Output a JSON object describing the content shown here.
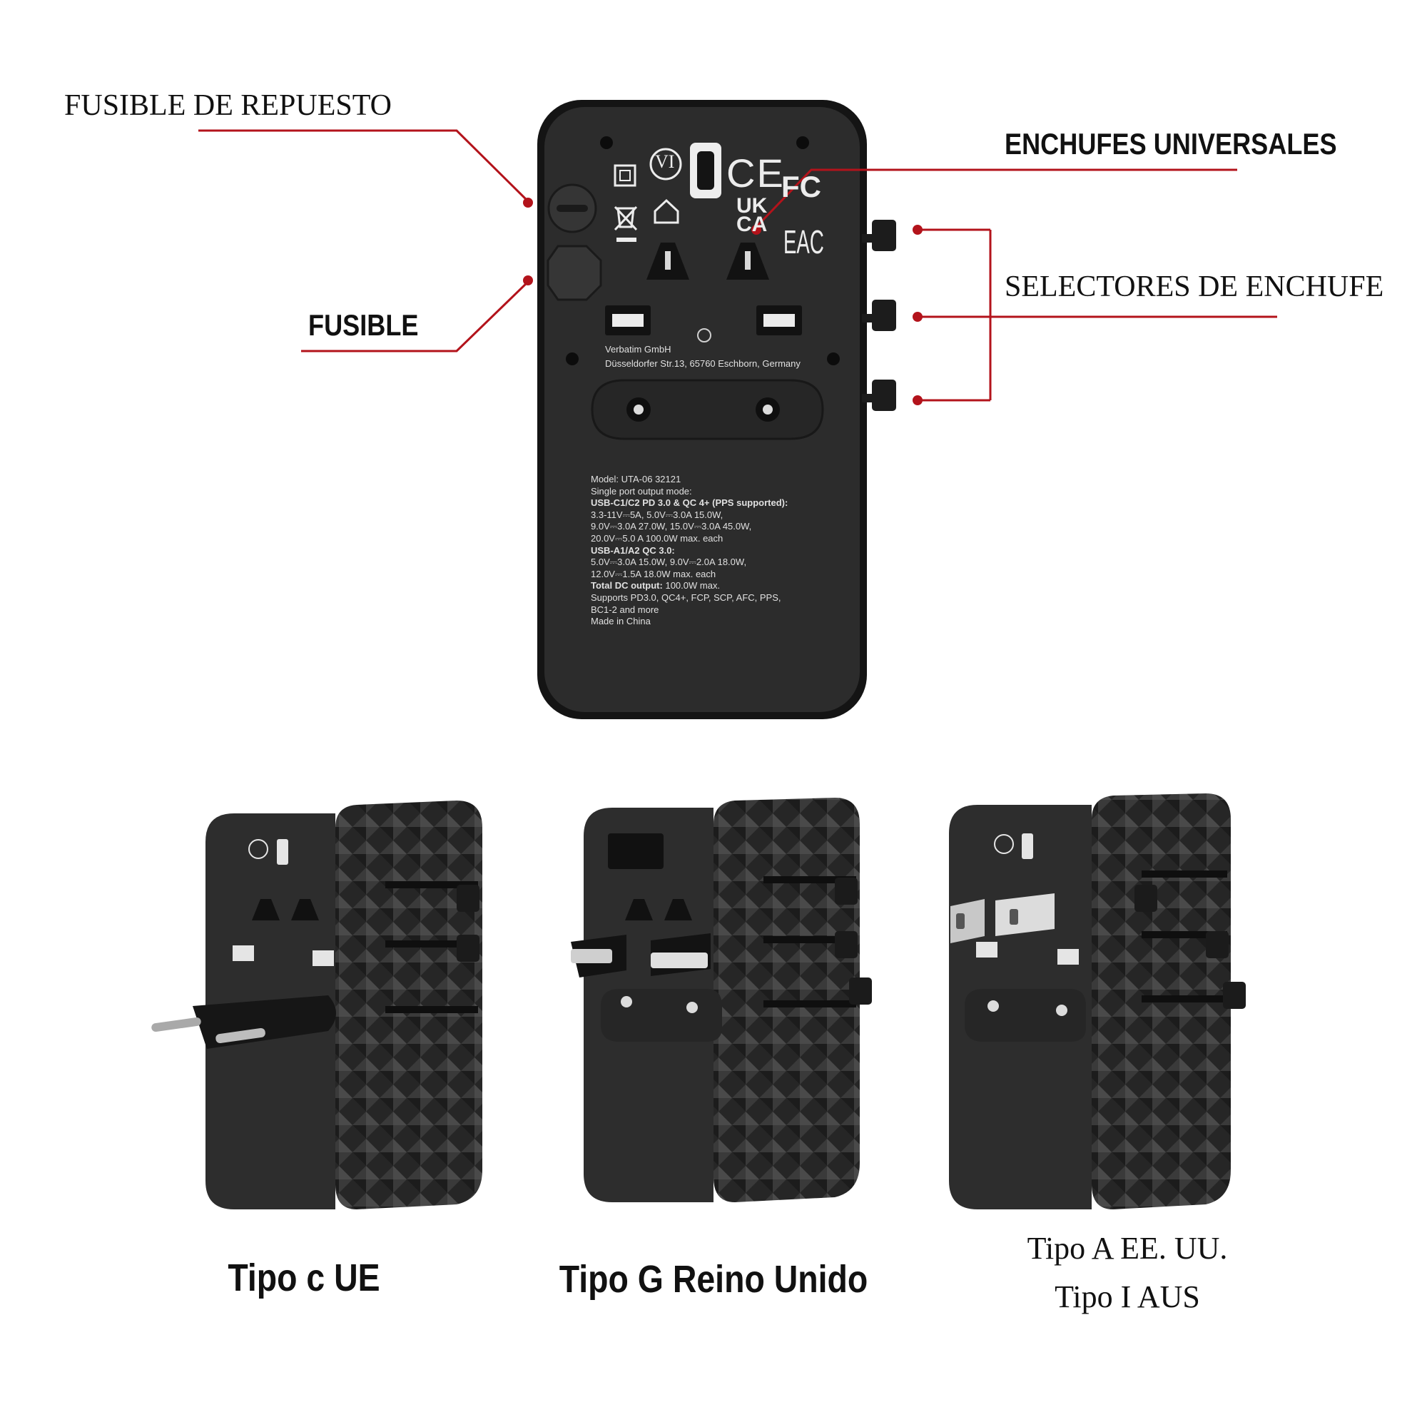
{
  "callouts": {
    "spare_fuse": "FUSIBLE DE REPUESTO",
    "fuse": "FUSIBLE",
    "universal_sockets": "ENCHUFES UNIVERSALES",
    "plug_selectors": "SELECTORES DE ENCHUFE"
  },
  "captions": {
    "eu": "Tipo c UE",
    "uk": "Tipo G Reino Unido",
    "us_line1": "Tipo A EE. UU.",
    "us_line2": "Tipo I AUS"
  },
  "device_label": {
    "maker": "Verbatim GmbH",
    "address": "Düsseldorfer Str.13, 65760 Eschborn, Germany",
    "model": "Model: UTA-06 32121",
    "mode": "Single port output mode:",
    "usbc_head": "USB-C1/C2 PD 3.0 & QC 4+ (PPS supported):",
    "usbc_l1": "3.3-11V⎓5A, 5.0V⎓3.0A 15.0W,",
    "usbc_l2": "9.0V⎓3.0A 27.0W, 15.0V⎓3.0A 45.0W,",
    "usbc_l3": "20.0V⎓5.0 A 100.0W max. each",
    "usba_head": "USB-A1/A2 QC 3.0:",
    "usba_l1": "5.0V⎓3.0A 15.0W, 9.0V⎓2.0A 18.0W,",
    "usba_l2": "12.0V⎓1.5A 18.0W max. each",
    "total_head": "Total DC output:",
    "total_val": "100.0W max.",
    "supports": "Supports PD3.0, QC4+, FCP, SCP, AFC, PPS,",
    "supports2": "BC1-2 and more",
    "made": "Made in China",
    "ce": "CE",
    "fc": "FC",
    "ukca_1": "UK",
    "ukca_2": "CA",
    "eac": "EAC",
    "vi": "VI"
  },
  "colors": {
    "leader": "#b3131b",
    "device": "#2b2b2b",
    "device_dark": "#1a1a1a"
  }
}
